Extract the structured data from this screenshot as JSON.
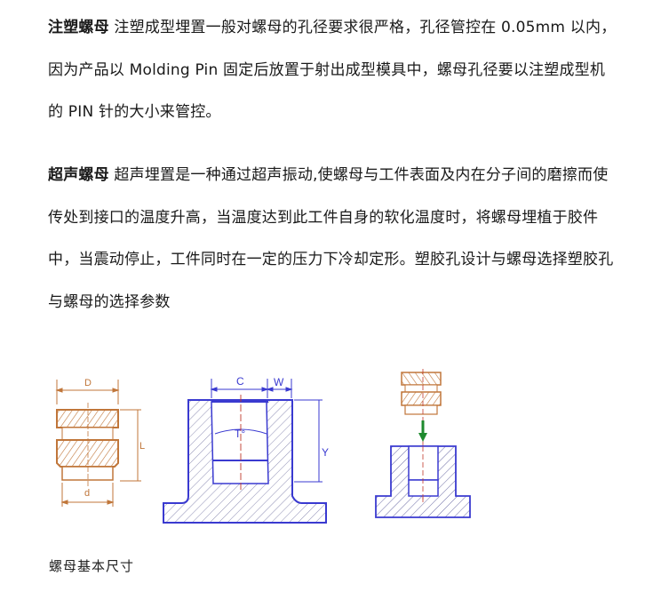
{
  "paragraphs": [
    {
      "title": "注塑螺母",
      "text": " 注塑成型埋置一般对螺母的孔径要求很严格，孔径管控在 0.05mm 以内，因为产品以 Molding Pin 固定后放置于射出成型模具中，螺母孔径要以注塑成型机的 PIN 针的大小来管控。"
    },
    {
      "title": "超声螺母",
      "text": " 超声埋置是一种通过超声振动,使螺母与工件表面及内在分子间的磨擦而使传处到接口的温度升高，当温度达到此工件自身的软化温度时，将螺母埋植于胶件中，当震动停止，工件同时在一定的压力下冷却定形。塑胶孔设计与螺母选择塑胶孔与螺母的选择参数"
    }
  ],
  "figures": {
    "nut": {
      "labels": {
        "outer_diameter": "D",
        "length": "L",
        "inner_diameter": "d"
      },
      "color": "#c0763a"
    },
    "boss": {
      "labels": {
        "hole_diameter": "C",
        "wall": "W",
        "taper": "T°",
        "depth": "Y"
      },
      "color": "#3a3ad0",
      "centerline_color": "#c0392b"
    },
    "insertion": {
      "arrow_color": "#1e8a2e"
    }
  },
  "caption": "螺母基本尺寸"
}
